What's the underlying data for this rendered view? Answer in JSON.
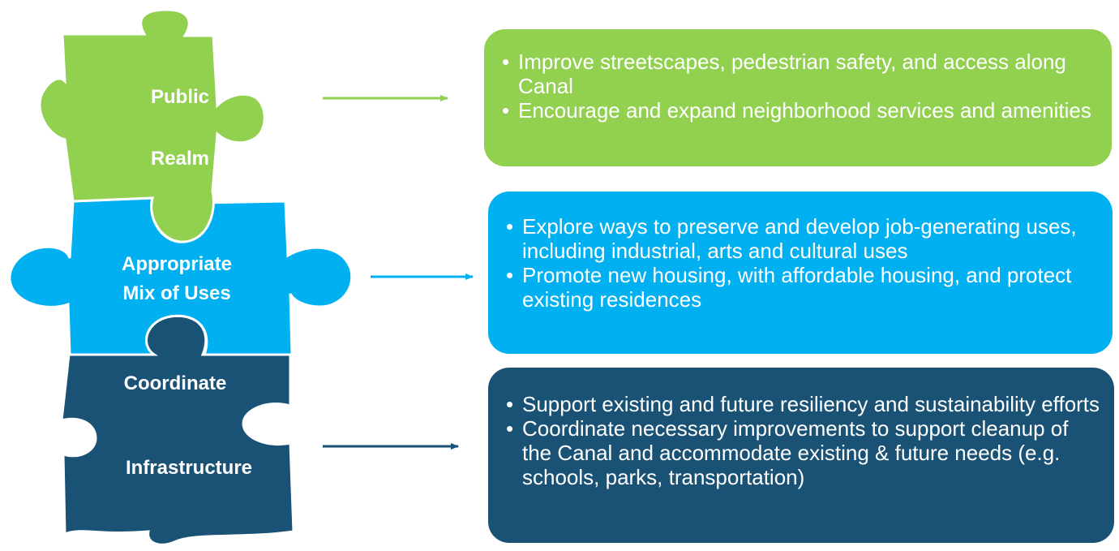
{
  "colors": {
    "green": "#92d050",
    "blue": "#00b0f0",
    "navy": "#1a5276",
    "text": "#ffffff"
  },
  "pieces": [
    {
      "name": "public-realm",
      "label_lines": [
        "Public",
        "Realm"
      ],
      "color": "#92d050"
    },
    {
      "name": "appropriate-mix-of-uses",
      "label_lines": [
        "Appropriate",
        "Mix of Uses"
      ],
      "color": "#00b0f0"
    },
    {
      "name": "coordinate-infrastructure",
      "label_lines": [
        "Coordinate",
        "Infrastructure"
      ],
      "color": "#1a5276"
    }
  ],
  "boxes": [
    {
      "color": "#92d050",
      "bullets": [
        "Improve streetscapes, pedestrian safety, and access along Canal",
        "Encourage and expand neighborhood services and amenities"
      ]
    },
    {
      "color": "#00b0f0",
      "bullets": [
        "Explore ways to preserve and develop job-generating uses, including industrial, arts and cultural uses",
        "Promote new housing, with affordable housing, and protect existing residences"
      ]
    },
    {
      "color": "#1a5276",
      "bullets": [
        "Support existing and future resiliency and sustainability efforts",
        "Coordinate necessary improvements to support cleanup of the Canal and accommodate existing & future needs (e.g. schools, parks, transportation)"
      ]
    }
  ]
}
